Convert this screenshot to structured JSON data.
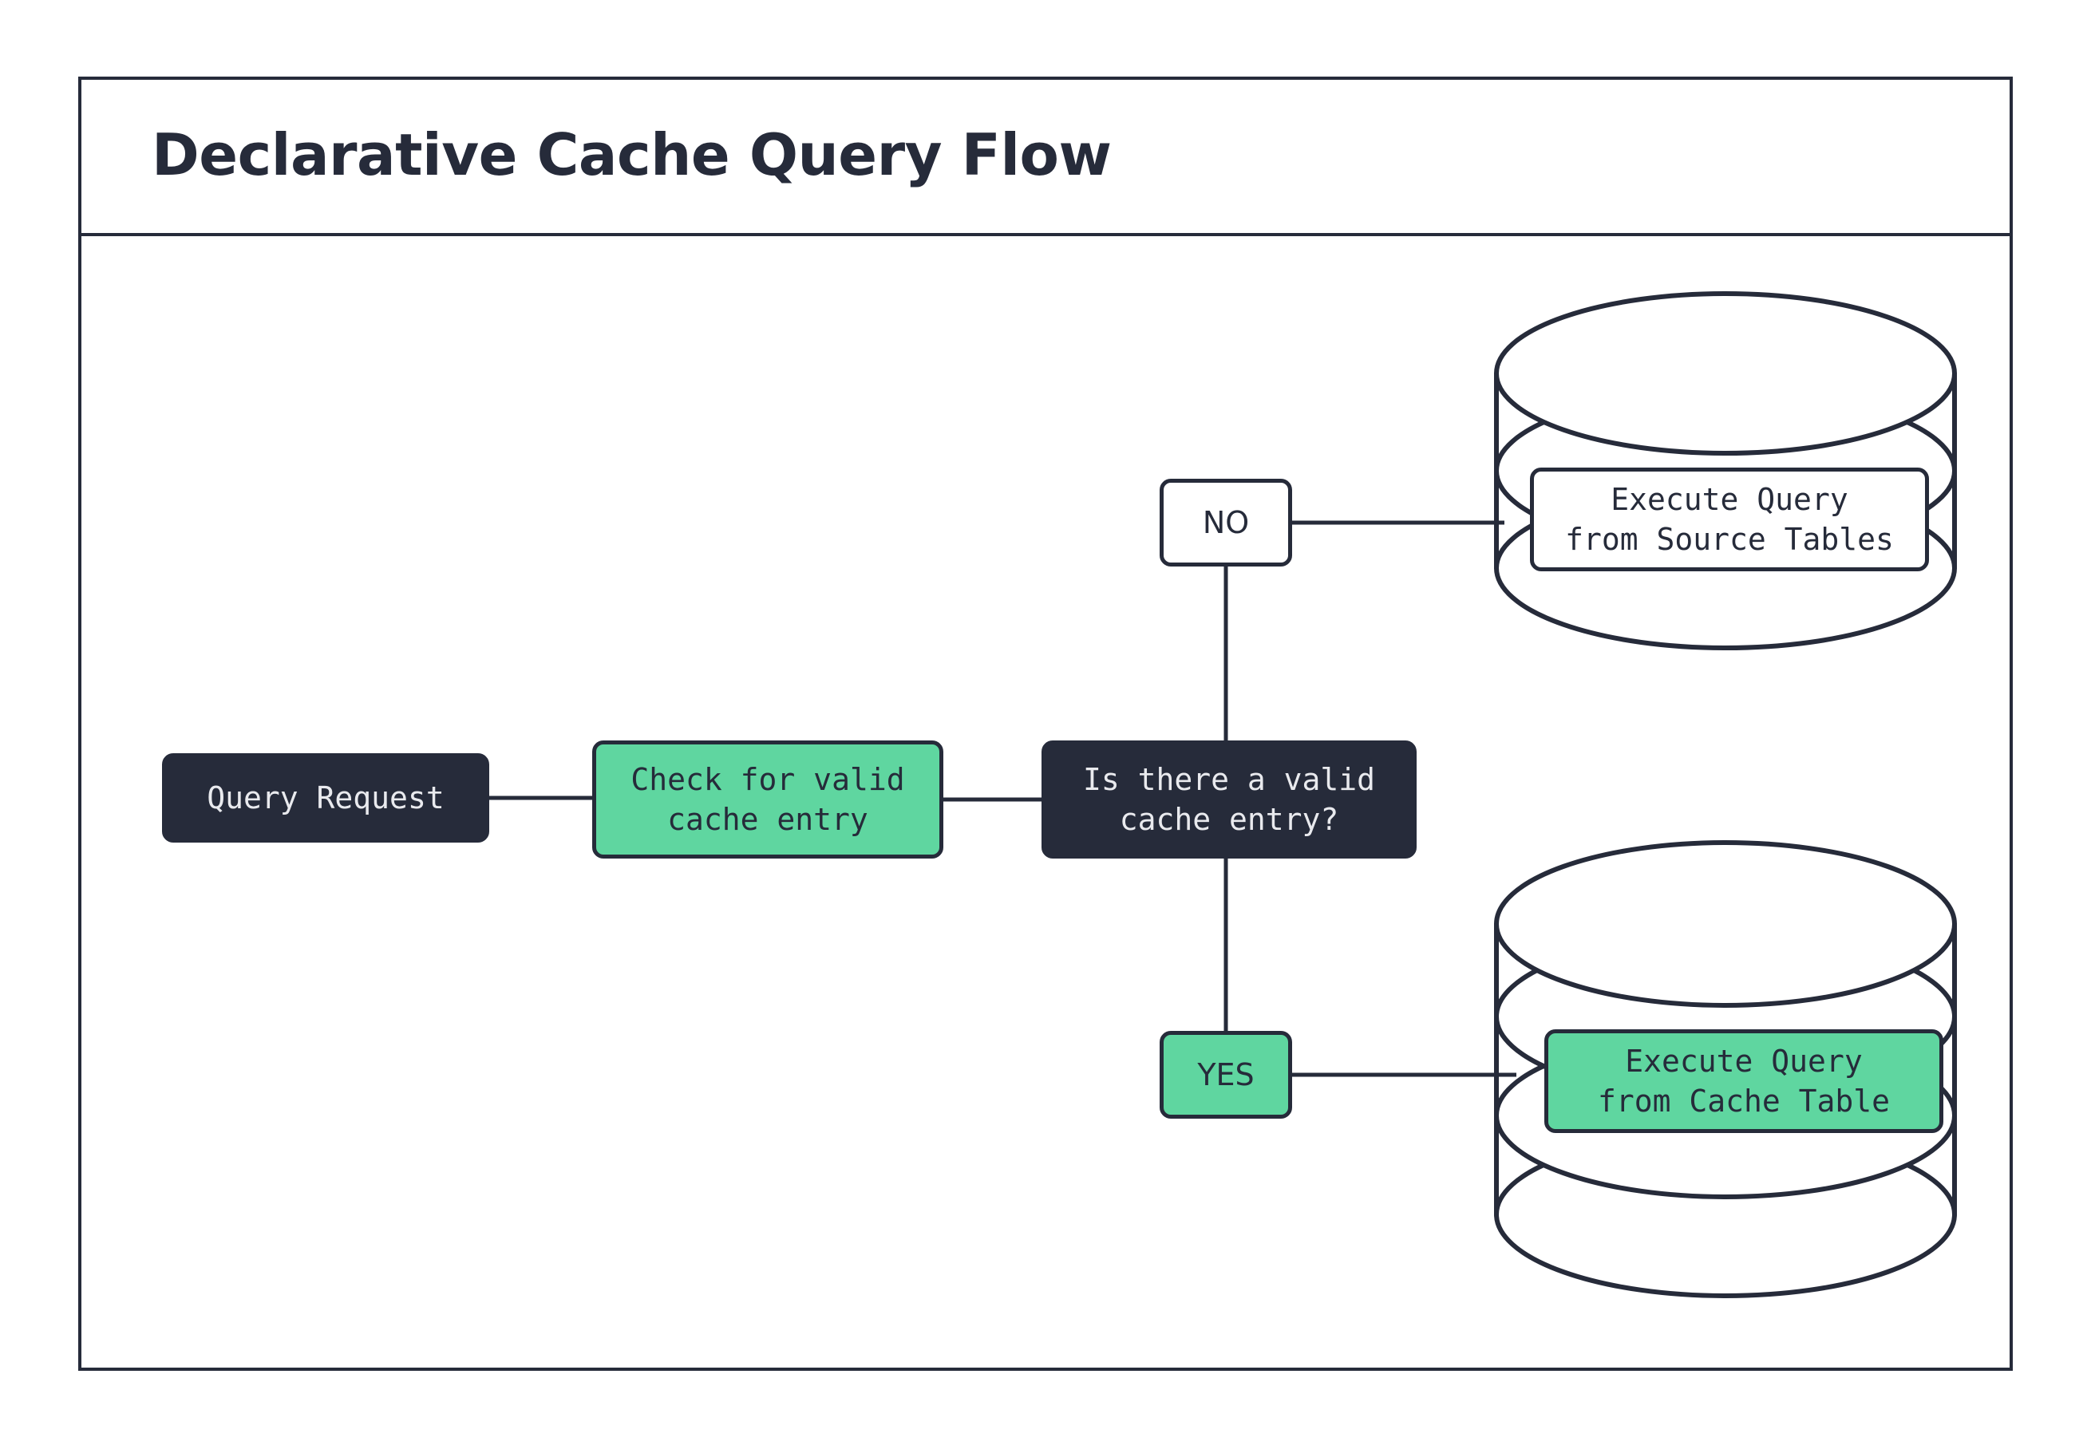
{
  "diagram": {
    "title": "Declarative Cache Query Flow",
    "nodes": {
      "query_request": "Query Request",
      "check_cache": "Check for valid\ncache entry",
      "decision": "Is there a valid\ncache entry?",
      "branch_no": "NO",
      "branch_yes": "YES",
      "execute_source": "Execute Query\nfrom Source Tables",
      "execute_cache": "Execute Query\nfrom Cache Table"
    },
    "shapes": {
      "database_source": "database-cylinder-icon",
      "database_cache": "database-cylinder-icon"
    },
    "colors": {
      "accent_green": "#5fd6a0",
      "ink_navy": "#262b3a",
      "text_light": "#e9eaee",
      "background": "#ffffff"
    },
    "flow": [
      {
        "from": "query_request",
        "to": "check_cache"
      },
      {
        "from": "check_cache",
        "to": "decision"
      },
      {
        "from": "decision",
        "to": "branch_no",
        "label": "NO"
      },
      {
        "from": "branch_no",
        "to": "execute_source"
      },
      {
        "from": "decision",
        "to": "branch_yes",
        "label": "YES"
      },
      {
        "from": "branch_yes",
        "to": "execute_cache"
      }
    ]
  }
}
